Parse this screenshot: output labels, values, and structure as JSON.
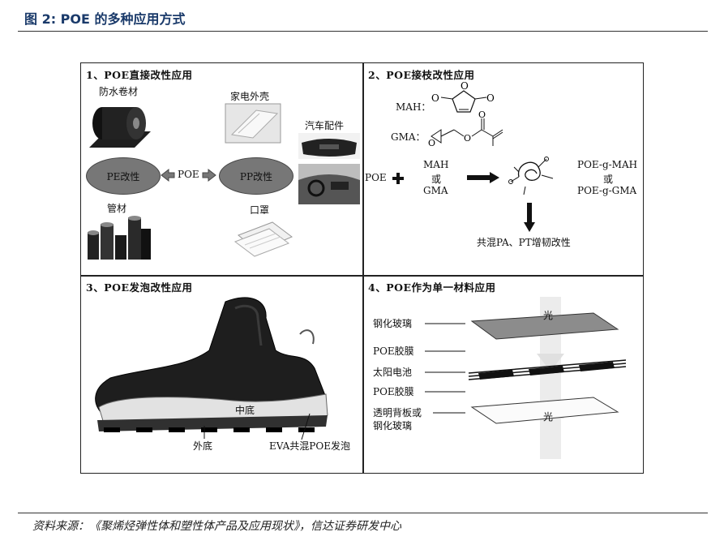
{
  "figure_title": "图 2: POE 的多种应用方式",
  "source": "资料来源：《聚烯烃弹性体和塑性体产品及应用现状》，信达证券研发中心",
  "q1": {
    "title": "1、POE直接改性应用",
    "waterproof": "防水卷材",
    "appliance": "家电外壳",
    "auto": "汽车配件",
    "pe": "PE改性",
    "poe": "POE",
    "pp": "PP改性",
    "pipe": "管材",
    "mask": "口罩"
  },
  "q2": {
    "title": "2、POE接枝改性应用",
    "mah_label": "MAH：",
    "gma_label": "GMA：",
    "poe": "POE",
    "mah_or_gma_1": "MAH",
    "mah_or_gma_2": "或",
    "mah_or_gma_3": "GMA",
    "product_1": "POE-g-MAH",
    "product_2": "或",
    "product_3": "POE-g-GMA",
    "result": "共混PA、PT增韧改性"
  },
  "q3": {
    "title": "3、POE发泡改性应用",
    "midsole": "中底",
    "outsole": "外底",
    "eva": "EVA共混POE发泡"
  },
  "q4": {
    "title": "4、POE作为单一材料应用",
    "glass": "钢化玻璃",
    "poe_film_1": "POE胶膜",
    "cell": "太阳电池",
    "poe_film_2": "POE胶膜",
    "back_1": "透明背板或",
    "back_2": "钢化玻璃",
    "light_1": "光",
    "light_2": "光"
  }
}
